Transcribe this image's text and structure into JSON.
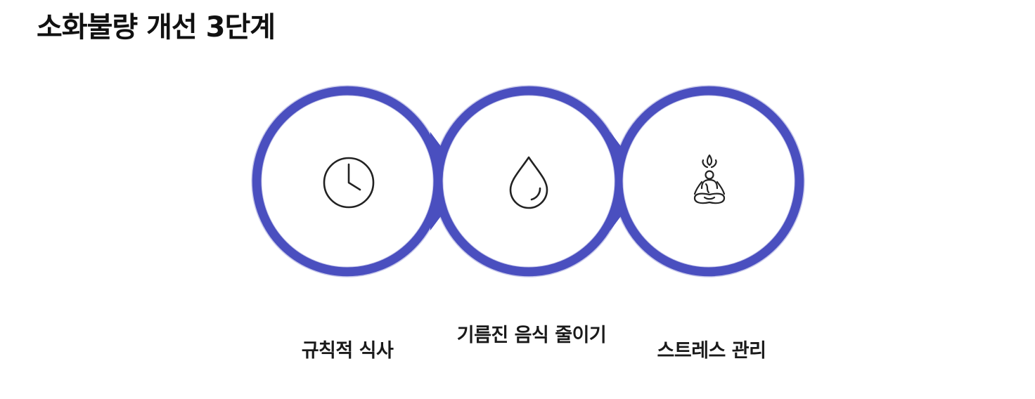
{
  "title": "소화불량 개선 3단계",
  "colors": {
    "ring": "#4a4fbf",
    "ring_edge": "#c5c6ea",
    "fill": "#ffffff",
    "icon": "#222222",
    "text": "#1a1a1a"
  },
  "steps": [
    {
      "label": "규칙적 식사",
      "icon": "clock-icon"
    },
    {
      "label": "기름진 음식 줄이기",
      "icon": "water-drop-icon"
    },
    {
      "label": "스트레스 관리",
      "icon": "meditation-icon"
    }
  ]
}
